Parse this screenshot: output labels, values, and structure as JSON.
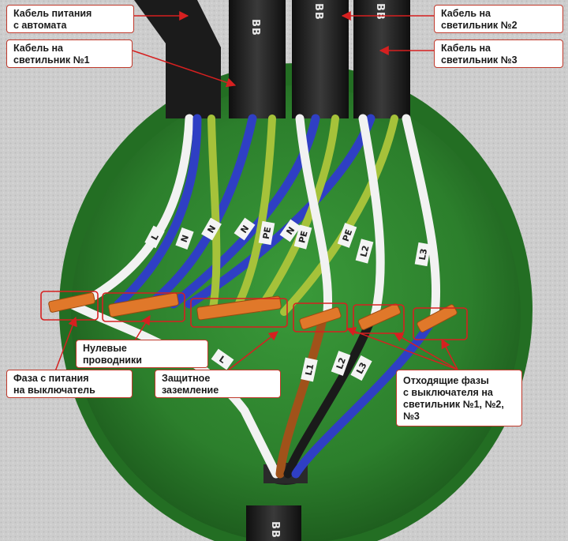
{
  "callouts": {
    "supply_cable": "Кабель питания\nс автомата",
    "lamp1_cable": "Кабель на\nсветильник №1",
    "lamp2_cable": "Кабель на\nсветильник №2",
    "lamp3_cable": "Кабель на\nсветильник №3",
    "neutral": "Нулевые\nпроводники",
    "phase_supply": "Фаза с питания\nна выключатель",
    "ground": "Защитное\nзаземление",
    "outgoing_phases": "Отходящие фазы\nс выключателя на\nсветильник №1, №2, №3"
  },
  "cable_marking": "ВВ",
  "wire_tags": {
    "l_supply": "L",
    "n1": "N",
    "n2": "N",
    "n3": "N",
    "pe1": "PE",
    "n4": "N",
    "pe2": "PE",
    "pe3": "PE",
    "l2_top": "L2",
    "l3_top": "L3",
    "l_bottom": "L",
    "l1_bottom": "L1",
    "l2_bottom": "L2",
    "l3_bottom": "L3"
  },
  "colors": {
    "box_green": "#2f8a2f",
    "neutral_blue": "#2f3fc4",
    "ground_yellow_green": "#a6c23a",
    "phase_white": "#eeeeee",
    "phase_brown": "#a0521a",
    "phase_black": "#1a1a1a",
    "clamp_orange": "#e0782a",
    "highlight_red": "#d62020"
  }
}
